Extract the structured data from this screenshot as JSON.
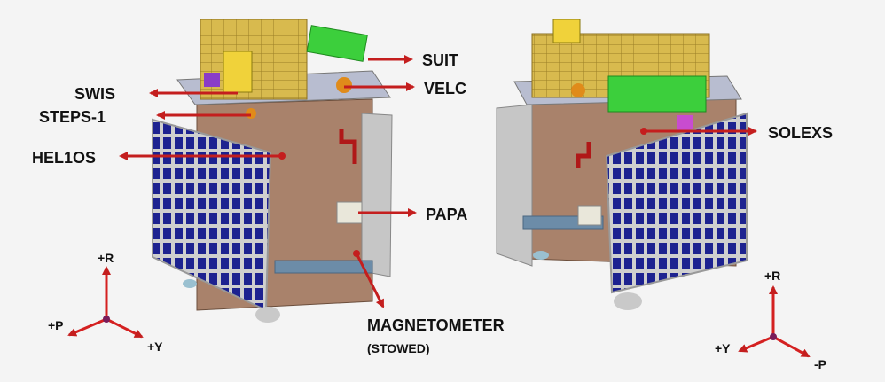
{
  "labels": {
    "suit": "SUIT",
    "swis": "SWIS",
    "velc": "VELC",
    "steps": "STEPS-1",
    "helios": "HEL1OS",
    "papa": "PAPA",
    "magnetometer": "MAGNETOMETER",
    "stowed": "(STOWED)",
    "solexs": "SOLEXS"
  },
  "axes_left": {
    "r": "+R",
    "p": "+P",
    "y": "+Y"
  },
  "axes_right": {
    "r": "+R",
    "y": "+Y",
    "p": "-P"
  },
  "colors": {
    "arrow": "#c41e1e",
    "body": "#a9826b",
    "panel": "#20238a",
    "frame": "#c9c9c9",
    "payload": "#d6b64a",
    "green": "#3ccf3c"
  }
}
